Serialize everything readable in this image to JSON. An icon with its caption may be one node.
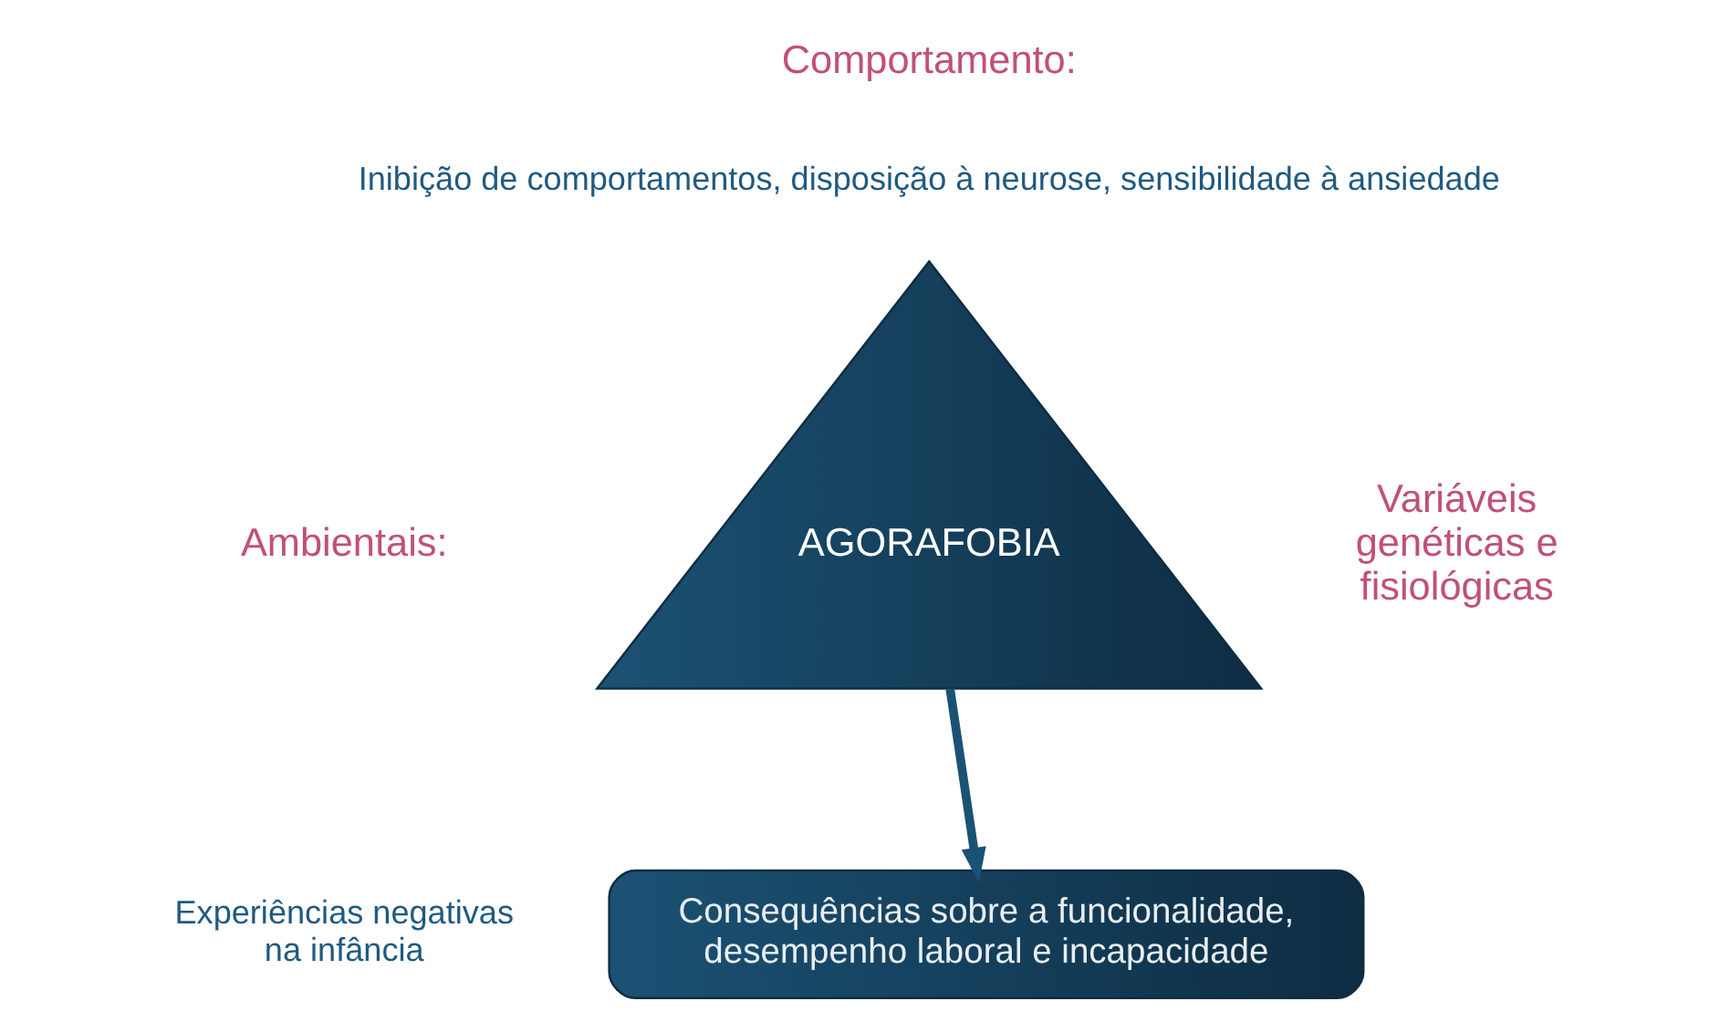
{
  "diagram": {
    "nodes": [
      {
        "text": [
          "AGORAFOBIA"
        ]
      },
      {
        "text": [
          "Consequências sobre a funcionalidade, desempenho laboral e incapacidade"
        ]
      }
    ],
    "edges": [
      {
        "from": 0,
        "to": 1,
        "arrow": "to"
      }
    ],
    "labels": [
      "Comportamento:",
      "Inibição de comportamentos, disposição à neurose, sensibilidade à ansiedade",
      "Ambientais:",
      "Experiências negativas na infância",
      "Variáveis genéticas e fisiológicas"
    ]
  }
}
